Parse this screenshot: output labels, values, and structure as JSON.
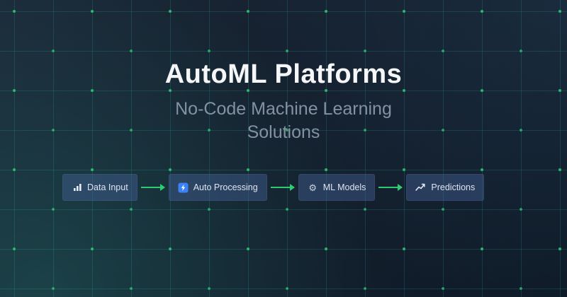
{
  "slide": {
    "title": "AutoML Platforms",
    "subtitle": "No-Code Machine Learning Solutions"
  },
  "flow": {
    "steps": [
      {
        "label": "Data Input",
        "icon": "bar-chart-icon"
      },
      {
        "label": "Auto Processing",
        "icon": "auto-processing-icon"
      },
      {
        "label": "ML Models",
        "icon": "gear-icon"
      },
      {
        "label": "Predictions",
        "icon": "trend-line-icon"
      }
    ],
    "gear_glyph": "⚙"
  },
  "colors": {
    "accent_green": "#2ecc71",
    "grid_teal": "#2dd4bf",
    "title_text": "#f4f6f8",
    "subtitle_text": "#8391a3",
    "node_fill": "#33476e",
    "processing_icon_blue": "#3b82f6"
  }
}
